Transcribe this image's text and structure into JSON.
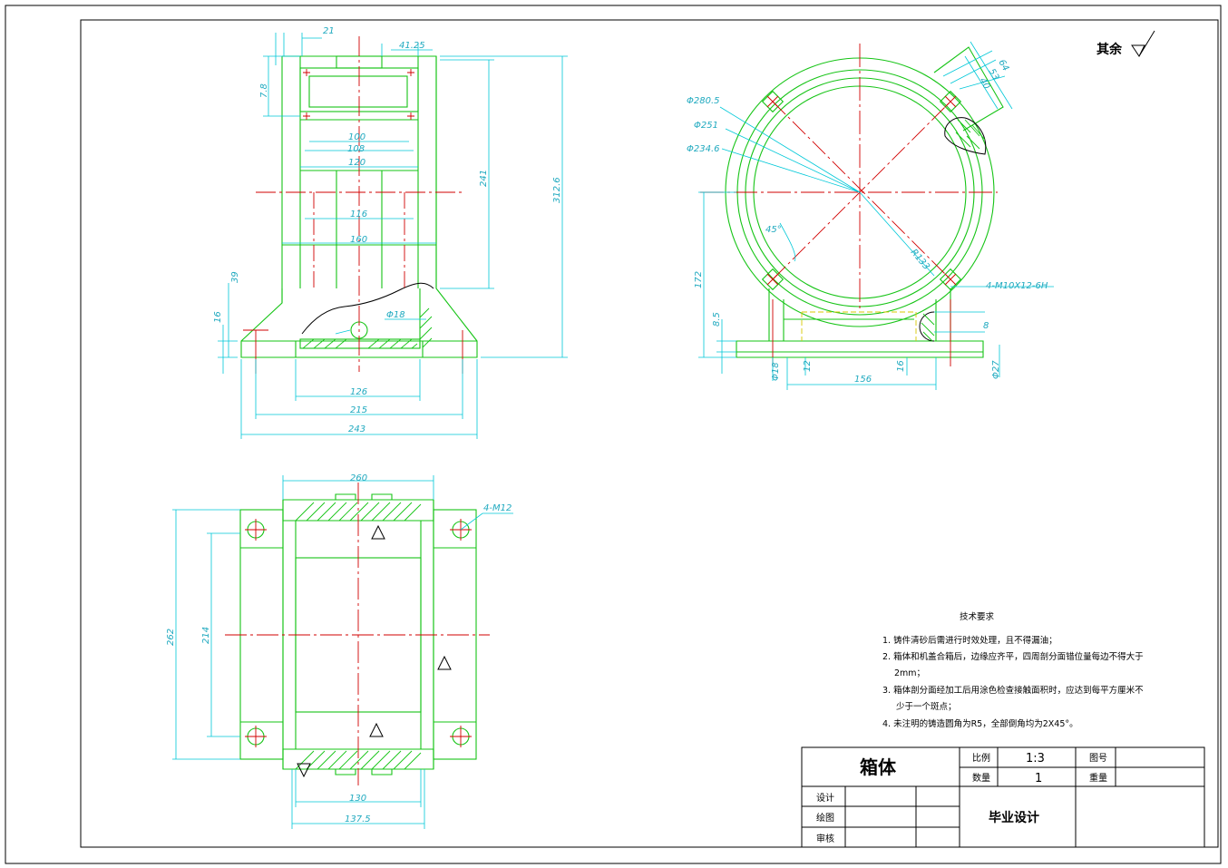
{
  "surface_finish_label": "其余",
  "tech_requirements": {
    "title": "技术要求",
    "items": [
      "1. 铸件清砂后需进行时效处理，且不得漏油；",
      "2. 箱体和机盖合箱后，边缘应齐平，四周剖分面错位量每边不得大于",
      "2mm；",
      "3. 箱体剖分面经加工后用涂色检查接触面积时，应达到每平方厘米不",
      "少于一个斑点；",
      "4. 未注明的铸造圆角为R5，全部倒角均为2X45°。"
    ]
  },
  "title_block": {
    "part_name": "箱体",
    "scale_label": "比例",
    "scale_value": "1:3",
    "drawing_no_label": "图号",
    "quantity_label": "数量",
    "quantity_value": "1",
    "weight_label": "重量",
    "design_label": "设计",
    "drawn_label": "绘图",
    "review_label": "审核",
    "project_name": "毕业设计"
  },
  "dimensions": {
    "front": {
      "d21": "21",
      "d41_25": "41.25",
      "d7_8": "7.8",
      "d100": "100",
      "d108": "108",
      "d120": "120",
      "d116": "116",
      "d160": "160",
      "d241": "241",
      "d312_6": "312.6",
      "d39": "39",
      "d16": "16",
      "phi18": "Φ18",
      "d126": "126",
      "d215": "215",
      "d243": "243"
    },
    "side": {
      "phi280_5": "Φ280.5",
      "phi251": "Φ251",
      "phi234_6": "Φ234.6",
      "d64": "64",
      "d53": "53",
      "d40": "40",
      "angle45": "45°",
      "r133": "R133",
      "m10": "4-M10X12-6H",
      "d172": "172",
      "d8_5": "8.5",
      "d8": "8",
      "phi18": "Φ18",
      "d12": "12",
      "d156": "156",
      "d16": "16",
      "phi27": "Φ27"
    },
    "top": {
      "d260": "260",
      "m12": "4-M12",
      "d262": "262",
      "d214": "214",
      "d130": "130",
      "d137_5": "137.5"
    }
  },
  "colors": {
    "outline": "#16c416",
    "dimension": "#00c8d8",
    "centerline": "#d20000",
    "hidden": "#d8c800",
    "frame": "#000000"
  }
}
